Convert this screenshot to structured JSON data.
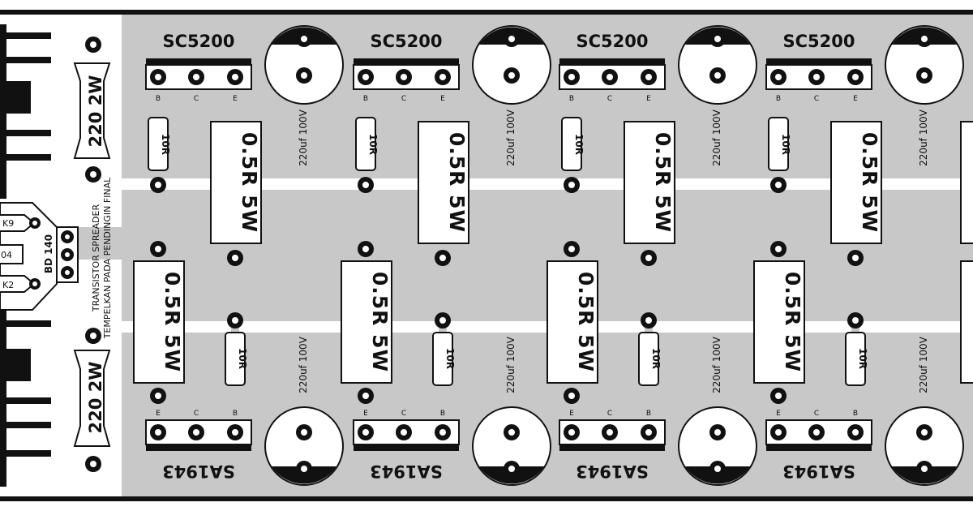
{
  "board": {
    "background": "#ffffff",
    "copper_color": "#c8c8c8",
    "silk_color": "#111111"
  },
  "top_stage": {
    "transistor_part": "SC5200",
    "pin_labels": [
      "B",
      "C",
      "E"
    ],
    "emitter_resistor": "0.5R 5W",
    "base_resistor": "10R",
    "capacitor": "220uf 100V"
  },
  "bottom_stage": {
    "transistor_part": "SA1943",
    "pin_labels": [
      "E",
      "C",
      "B"
    ],
    "emitter_resistor": "0.5R 5W",
    "base_resistor": "10R",
    "capacitor": "220uf 100V"
  },
  "left_section": {
    "power_resistor_top": "220 2W",
    "power_resistor_bottom": "220 2W",
    "spreader_part": "BD 140",
    "note_line1": "TRANSISTOR SPREADER",
    "note_line2": "TEMPELKAN PADA PENDINGIN FINAL",
    "connector_labels": [
      "K9",
      "04",
      "K2"
    ]
  }
}
